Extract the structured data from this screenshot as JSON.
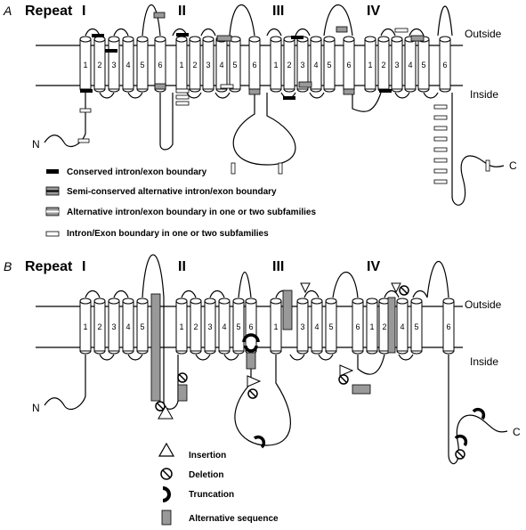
{
  "panels": [
    {
      "id": "A",
      "letter": "A",
      "repeat_word": "Repeat",
      "outside_label": "Outside",
      "inside_label": "Inside",
      "n_terminus": "N",
      "c_terminus": "C",
      "repeats": [
        {
          "numeral": "I",
          "segments": [
            "1",
            "2",
            "3",
            "4",
            "5"
          ],
          "pore_segment": ""
        },
        {
          "numeral": "II",
          "segments": [
            "6",
            "1",
            "2",
            "3",
            "4",
            "5"
          ],
          "pore_segment": ""
        },
        {
          "numeral": "III",
          "segments": [
            "6",
            "1",
            "2",
            "3",
            "4",
            "5"
          ],
          "pore_segment": ""
        },
        {
          "numeral": "IV",
          "segments": [
            "6",
            "1",
            "2",
            "3",
            "4",
            "5",
            "6"
          ],
          "pore_segment": ""
        }
      ],
      "legend": [
        {
          "marker": "conserved",
          "label": "Conserved intron/exon boundary"
        },
        {
          "marker": "semi-conserved",
          "label": "Semi-conserved alternative intron/exon boundary"
        },
        {
          "marker": "alternative",
          "label": "Alternative intron/exon boundary in one or two subfamilies"
        },
        {
          "marker": "subfamily",
          "label": "Intron/Exon boundary in one or two subfamilies"
        }
      ]
    },
    {
      "id": "B",
      "letter": "B",
      "repeat_word": "Repeat",
      "outside_label": "Outside",
      "inside_label": "Inside",
      "n_terminus": "N",
      "c_terminus": "C",
      "repeats": [
        {
          "numeral": "I",
          "segments": [
            "1",
            "2",
            "3",
            "4",
            "5"
          ]
        },
        {
          "numeral": "II",
          "segments": [
            "1",
            "2",
            "3",
            "4",
            "5"
          ]
        },
        {
          "numeral": "III",
          "segments": [
            "6",
            "1",
            "3",
            "4",
            "5"
          ]
        },
        {
          "numeral": "IV",
          "segments": [
            "6",
            "1",
            "2",
            "4",
            "5",
            "6"
          ]
        }
      ],
      "legend": [
        {
          "marker": "insertion",
          "label": "Insertion"
        },
        {
          "marker": "deletion",
          "label": "Deletion"
        },
        {
          "marker": "truncation",
          "label": "Truncation"
        },
        {
          "marker": "alternative-sequence",
          "label": "Alternative sequence"
        }
      ]
    }
  ],
  "colors": {
    "line": "#000000",
    "grey": "#999999",
    "white": "#ffffff"
  }
}
